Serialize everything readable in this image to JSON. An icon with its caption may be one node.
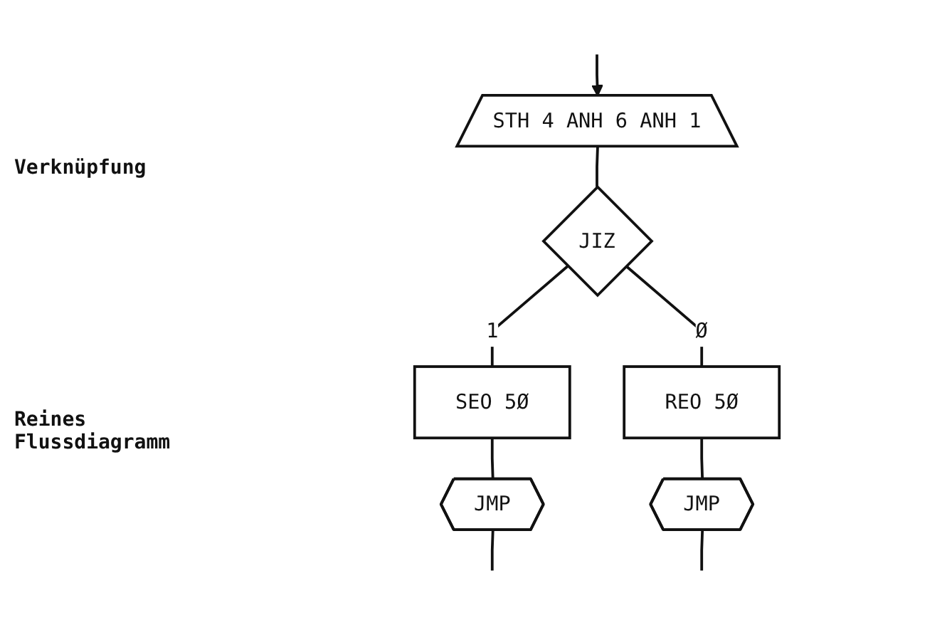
{
  "diagram": {
    "nodes": [
      {
        "text": [
          "STH 4 ANH 6 ANH 1"
        ]
      },
      {
        "text": [
          "JIZ"
        ]
      },
      {
        "text": [
          "SEO 5Ø"
        ]
      },
      {
        "text": [
          "REO 5Ø"
        ]
      },
      {
        "text": [
          "JMP"
        ]
      },
      {
        "text": [
          "JMP"
        ]
      }
    ],
    "edges": [
      {
        "from": null,
        "to": 0,
        "arrow": "to"
      },
      {
        "from": 0,
        "to": 1,
        "arrow": "none"
      },
      {
        "from": 1,
        "to": 2,
        "label": "1",
        "arrow": "none"
      },
      {
        "from": 1,
        "to": 3,
        "label": "Ø",
        "arrow": "none"
      },
      {
        "from": 2,
        "to": 4,
        "arrow": "none"
      },
      {
        "from": 3,
        "to": 5,
        "arrow": "none"
      },
      {
        "from": 4,
        "to": null,
        "arrow": "none"
      },
      {
        "from": 5,
        "to": null,
        "arrow": "none"
      }
    ],
    "labels": [
      "Verknüpfung",
      "Reines Flussdiagramm"
    ]
  }
}
